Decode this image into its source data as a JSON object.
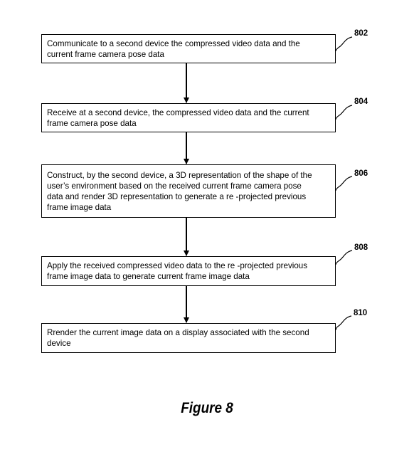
{
  "steps": [
    {
      "ref": "802",
      "text": "Communicate  to a second device the compressed video data and the\ncurrent frame camera pose data"
    },
    {
      "ref": "804",
      "text": "Receive at a second device, the compressed video data and the current\nframe camera pose data"
    },
    {
      "ref": "806",
      "text": "Construct, by the second device, a 3D representation of the shape of the\nuser’s environment based on the received current frame camera pose\ndata and  render  3D representation to generate a re    -projected previous\nframe image data"
    },
    {
      "ref": "808",
      "text": "Apply the received compressed video data to the re    -projected previous\nframe image data to generate current frame image data"
    },
    {
      "ref": "810",
      "text": "Rrender  the current image data on a display associated with the second\ndevice"
    }
  ],
  "caption": "Figure 8"
}
